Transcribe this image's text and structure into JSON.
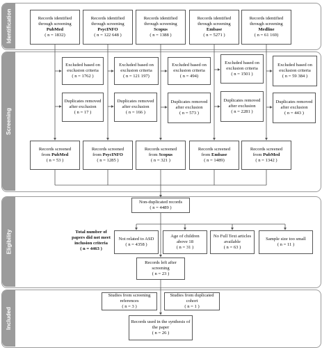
{
  "phases": {
    "identification": "Identification",
    "screening": "Screening",
    "eligibility": "Eligibility",
    "included": "Included"
  },
  "identified": [
    {
      "line1": "Records identified",
      "line2": "through screening",
      "db": "PubMed",
      "n": "( n = 1832)"
    },
    {
      "line1": "Records identified",
      "line2": "through screening",
      "db": "PsycINFO",
      "n": "( n = 122 648 )"
    },
    {
      "line1": "Records identified",
      "line2": "through screening",
      "db": "Scopus",
      "n": "( n = 1388 )"
    },
    {
      "line1": "Records identified",
      "line2": "through screening",
      "db": "Embase",
      "n": "( n = 5271 )"
    },
    {
      "line1": "Records identified",
      "line2": "through screening",
      "db": "Medline",
      "n": "( n = 61 169)"
    }
  ],
  "excluded": [
    {
      "text": "Excluded based on exclusion criteria",
      "n": "( n = 1762 )"
    },
    {
      "text": "Excluded based on exclusion criteria",
      "n": "( n = 121 197)"
    },
    {
      "text": "Excluded based on exclusion criteria",
      "n": "( n = 494)"
    },
    {
      "text": "Excluded based on exclusion criteria",
      "n": "( n = 1501 )"
    },
    {
      "text": "Excluded based on exclusion criteria",
      "n": "( n = 59 384 )"
    }
  ],
  "duplicates": [
    {
      "text": "Duplicates removed after exclusion",
      "n": "( n = 17 )"
    },
    {
      "text": "Duplicates removed after exclusion",
      "n": "( n = 166 )"
    },
    {
      "text": "Duplicates removed after exclusion",
      "n": "( n = 573 )"
    },
    {
      "text": "Duplicates removed after exclusion",
      "n": "( n = 2281 )"
    },
    {
      "text": "Duplicates removed after exclusion",
      "n": "( n = 443 )"
    }
  ],
  "screened": [
    {
      "line1": "Records screened",
      "from": "from",
      "db": "PubMed",
      "n": "( n = 53 )"
    },
    {
      "line1": "Records screened",
      "from": "from",
      "db": "PsycINFO",
      "n": "( n = 1285 )"
    },
    {
      "line1": "Records screened",
      "from": "from",
      "db": "Scopus",
      "n": "( n = 321 )"
    },
    {
      "line1": "Records screened",
      "from": "from",
      "db": "Embase",
      "n": "( n = 1489)"
    },
    {
      "line1": "Records screened",
      "from": "from",
      "db": "PubMed",
      "n": "( n = 1342 )"
    }
  ],
  "nondup": {
    "text": "Non-duplicated records",
    "n": "( n = 4489 )"
  },
  "total_not_meet": {
    "text": "Total number of papers did not meet inclusion criteria",
    "n": "( n = 4463 )"
  },
  "reasons": [
    {
      "text": "Not related to ASD",
      "n": "( n = 4358 )"
    },
    {
      "text": "Age of children above 18",
      "n": "( n = 31 )"
    },
    {
      "text": "No Full Text articles available",
      "n": "( n = 63 )"
    },
    {
      "text": "Sample size too small",
      "n": "( n = 11 )"
    }
  ],
  "left": {
    "text": "Records left after screening",
    "n": "( n = 23 )"
  },
  "from_refs": {
    "text": "Studies from screening references",
    "n": "( n = 3 )"
  },
  "from_dup": {
    "text": "Studies from duplicated cohort",
    "n": "( n = 1 )"
  },
  "final": {
    "text": "Records used in the synthesis of the paper",
    "n": "( n = 26 )"
  }
}
